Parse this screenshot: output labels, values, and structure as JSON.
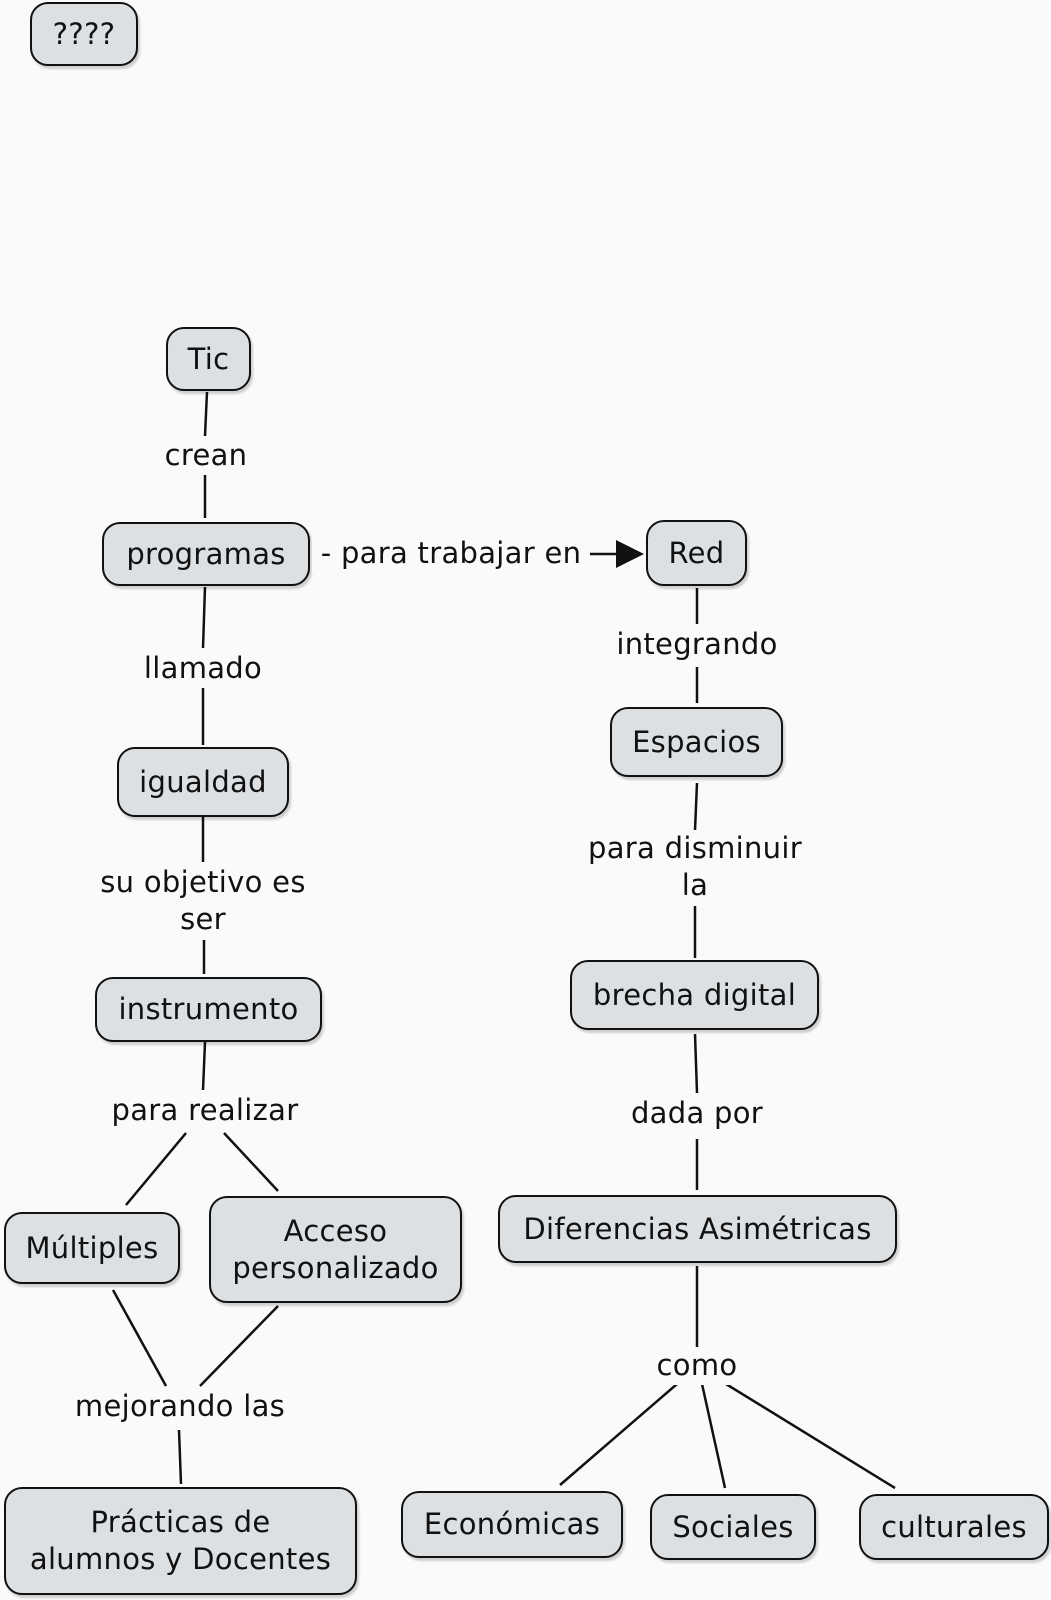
{
  "header_node": "????",
  "nodes": {
    "tic": "Tic",
    "programas": "programas",
    "red": "Red",
    "igualdad": "igualdad",
    "espacios": "Espacios",
    "instrumento": "instrumento",
    "brecha": "brecha digital",
    "multiples": "Múltiples",
    "acceso": "Acceso\npersonalizado",
    "diferencias": "Diferencias Asimétricas",
    "practicas": "Prácticas de\nalumnos y Docentes",
    "economicas": "Económicas",
    "sociales": "Sociales",
    "culturales": "culturales"
  },
  "links": {
    "crean": "crean",
    "para_trabajar": "- para trabajar en",
    "llamado": "llamado",
    "integrando": "integrando",
    "su_objetivo": "su objetivo es\nser",
    "para_disminuir": "para disminuir\nla",
    "para_realizar": "para realizar",
    "dada_por": "dada por",
    "mejorando": "mejorando las",
    "como": "como"
  },
  "colors": {
    "node_fill": "#dde0e3",
    "node_border": "#111111",
    "background": "#fafafa"
  }
}
